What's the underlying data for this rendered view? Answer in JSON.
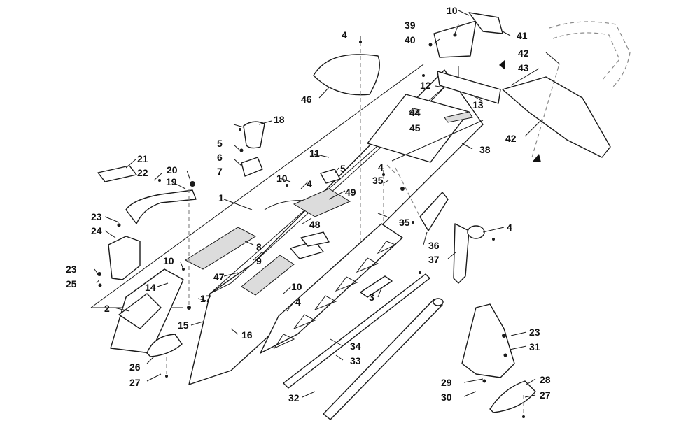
{
  "callouts": [
    {
      "id": "c1",
      "label": "1"
    },
    {
      "id": "c2",
      "label": "2"
    },
    {
      "id": "c3",
      "label": "3"
    },
    {
      "id": "c4a",
      "label": "4"
    },
    {
      "id": "c4b",
      "label": "4"
    },
    {
      "id": "c4c",
      "label": "4"
    },
    {
      "id": "c4d",
      "label": "4"
    },
    {
      "id": "c4e",
      "label": "4"
    },
    {
      "id": "c5a",
      "label": "5"
    },
    {
      "id": "c5b",
      "label": "5"
    },
    {
      "id": "c6",
      "label": "6"
    },
    {
      "id": "c7",
      "label": "7"
    },
    {
      "id": "c8",
      "label": "8"
    },
    {
      "id": "c9",
      "label": "9"
    },
    {
      "id": "c10a",
      "label": "10"
    },
    {
      "id": "c10b",
      "label": "10"
    },
    {
      "id": "c10c",
      "label": "10"
    },
    {
      "id": "c10d",
      "label": "10"
    },
    {
      "id": "c11",
      "label": "11"
    },
    {
      "id": "c12",
      "label": "12"
    },
    {
      "id": "c13",
      "label": "13"
    },
    {
      "id": "c14",
      "label": "14"
    },
    {
      "id": "c15",
      "label": "15"
    },
    {
      "id": "c16",
      "label": "16"
    },
    {
      "id": "c17",
      "label": "17"
    },
    {
      "id": "c18",
      "label": "18"
    },
    {
      "id": "c19",
      "label": "19"
    },
    {
      "id": "c20",
      "label": "20"
    },
    {
      "id": "c21",
      "label": "21"
    },
    {
      "id": "c22",
      "label": "22"
    },
    {
      "id": "c23a",
      "label": "23"
    },
    {
      "id": "c23b",
      "label": "23"
    },
    {
      "id": "c23c",
      "label": "23"
    },
    {
      "id": "c24",
      "label": "24"
    },
    {
      "id": "c25",
      "label": "25"
    },
    {
      "id": "c26",
      "label": "26"
    },
    {
      "id": "c27a",
      "label": "27"
    },
    {
      "id": "c27b",
      "label": "27"
    },
    {
      "id": "c28",
      "label": "28"
    },
    {
      "id": "c29",
      "label": "29"
    },
    {
      "id": "c30",
      "label": "30"
    },
    {
      "id": "c31",
      "label": "31"
    },
    {
      "id": "c32",
      "label": "32"
    },
    {
      "id": "c33",
      "label": "33"
    },
    {
      "id": "c34",
      "label": "34"
    },
    {
      "id": "c35a",
      "label": "35"
    },
    {
      "id": "c35b",
      "label": "35"
    },
    {
      "id": "c36",
      "label": "36"
    },
    {
      "id": "c37",
      "label": "37"
    },
    {
      "id": "c38",
      "label": "38"
    },
    {
      "id": "c39",
      "label": "39"
    },
    {
      "id": "c40",
      "label": "40"
    },
    {
      "id": "c41",
      "label": "41"
    },
    {
      "id": "c42a",
      "label": "42"
    },
    {
      "id": "c42b",
      "label": "42"
    },
    {
      "id": "c43",
      "label": "43"
    },
    {
      "id": "c44",
      "label": "44"
    },
    {
      "id": "c45",
      "label": "45"
    },
    {
      "id": "c46",
      "label": "46"
    },
    {
      "id": "c47",
      "label": "47"
    },
    {
      "id": "c48",
      "label": "48"
    },
    {
      "id": "c49",
      "label": "49"
    }
  ],
  "colors": {
    "ink": "#1a1a1a",
    "background": "#ffffff",
    "hatch": "#dcdcdc",
    "dashed": "#8a8a8a"
  }
}
